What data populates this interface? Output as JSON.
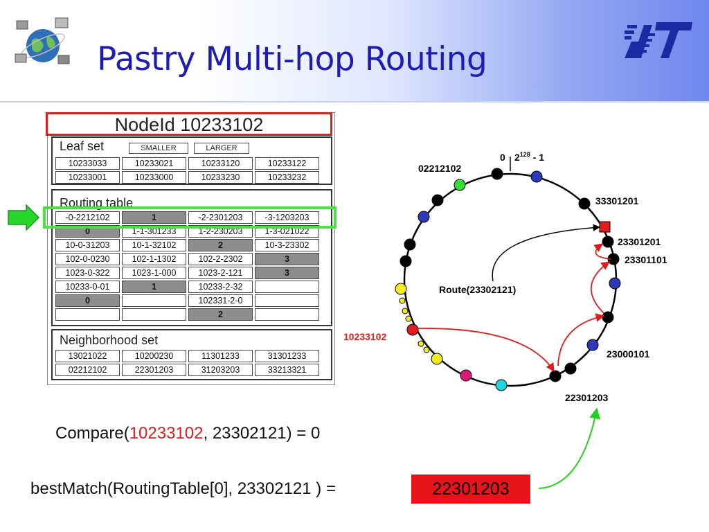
{
  "slide": {
    "title": "Pastry Multi-hop Routing",
    "colors": {
      "title": "#1d1db5",
      "highlight_red": "#e01c1c",
      "highlight_green": "#4be341",
      "logo": "#1a2aa0"
    }
  },
  "node_state": {
    "node_id": "NodeId 10233102",
    "leaf_set": {
      "label": "Leaf set",
      "smaller_label": "SMALLER",
      "larger_label": "LARGER",
      "rows": [
        [
          "10233033",
          "10233021",
          "10233120",
          "10233122"
        ],
        [
          "10233001",
          "10233000",
          "10233230",
          "10233232"
        ]
      ]
    },
    "routing_table": {
      "label": "Routing table",
      "rows": [
        [
          "-0-2212102",
          "1",
          "-2-2301203",
          "-3-1203203"
        ],
        [
          "0",
          "1-1-301233",
          "1-2-230203",
          "1-3-021022"
        ],
        [
          "10-0-31203",
          "10-1-32102",
          "2",
          "10-3-23302"
        ],
        [
          "102-0-0230",
          "102-1-1302",
          "102-2-2302",
          "3"
        ],
        [
          "1023-0-322",
          "1023-1-000",
          "1023-2-121",
          "3"
        ],
        [
          "10233-0-01",
          "1",
          "10233-2-32",
          ""
        ],
        [
          "0",
          "",
          "102331-2-0",
          ""
        ],
        [
          "",
          "",
          "2",
          ""
        ]
      ],
      "shaded": [
        [
          0,
          1
        ],
        [
          1,
          0
        ],
        [
          2,
          2
        ],
        [
          3,
          3
        ],
        [
          4,
          3
        ],
        [
          5,
          1
        ],
        [
          6,
          0
        ],
        [
          7,
          2
        ]
      ]
    },
    "neighborhood_set": {
      "label": "Neighborhood set",
      "rows": [
        [
          "13021022",
          "10200230",
          "11301233",
          "31301233"
        ],
        [
          "02212102",
          "22301203",
          "31203203",
          "33213321"
        ]
      ]
    }
  },
  "ring": {
    "top_zero": "0",
    "top_max_base": "2",
    "top_max_exp": "128",
    "top_max_suffix": " - 1",
    "labels": {
      "n02212102": "02212102",
      "n33301201": "33301201",
      "n23301201": "23301201",
      "n23301101": "23301101",
      "route": "Route(23302121)",
      "n10233102": "10233102",
      "n23000101": "23000101",
      "n22301203": "22301203"
    }
  },
  "formulas": {
    "compare_prefix": "Compare(",
    "compare_red": "10233102",
    "compare_suffix": ", 23302121) = 0",
    "best_match": "bestMatch(RoutingTable[0], 23302121 ) =",
    "best_match_result": "22301203"
  }
}
